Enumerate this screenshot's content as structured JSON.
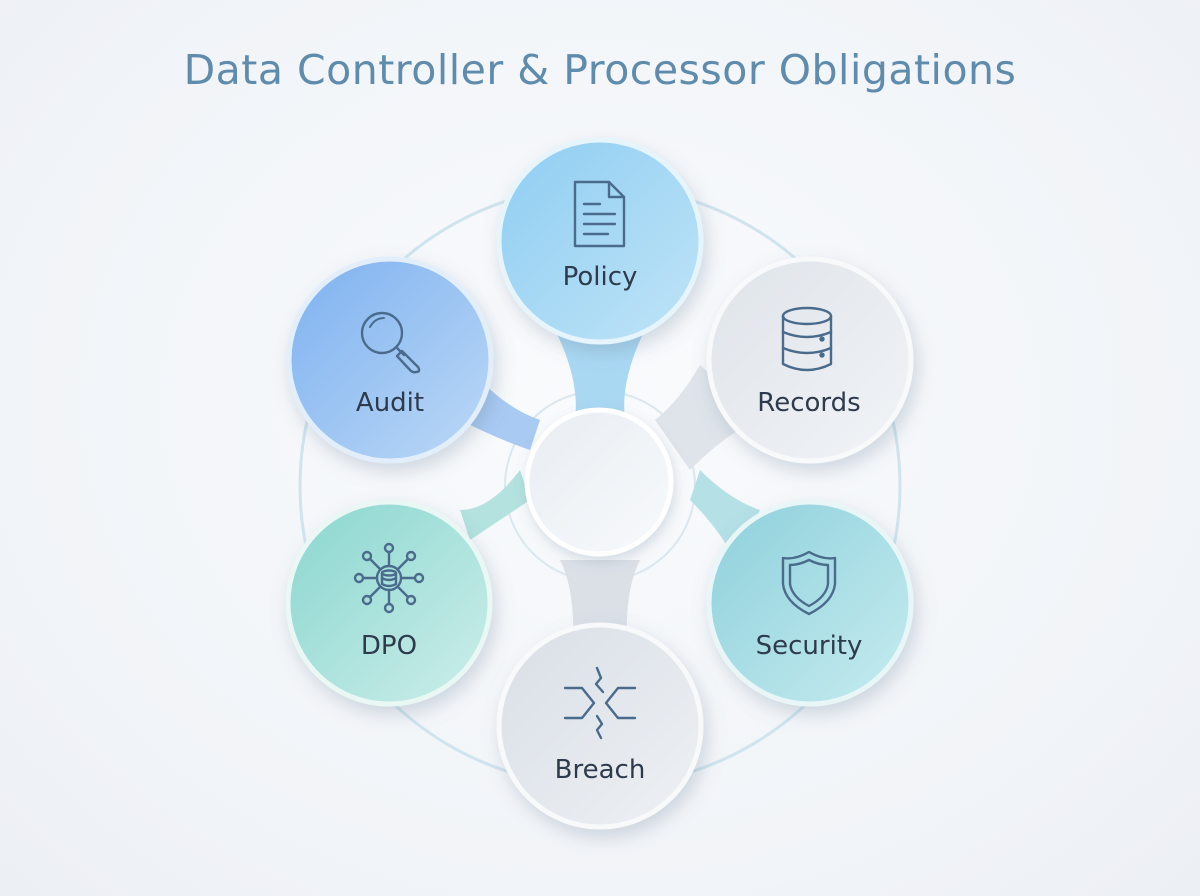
{
  "title": "Data Controller & Processor Obligations",
  "nodes": [
    {
      "label": "Policy",
      "icon": "document-icon"
    },
    {
      "label": "Records",
      "icon": "database-icon"
    },
    {
      "label": "Security",
      "icon": "shield-icon"
    },
    {
      "label": "Breach",
      "icon": "broken-link-icon"
    },
    {
      "label": "DPO",
      "icon": "network-hub-icon"
    },
    {
      "label": "Audit",
      "icon": "magnifier-icon"
    }
  ],
  "colors": {
    "title": "#5f8bad",
    "label": "#2e3b4c",
    "icon": "#4a6b8c",
    "ring": "#cfe4ee",
    "center": "#eef2f6"
  }
}
